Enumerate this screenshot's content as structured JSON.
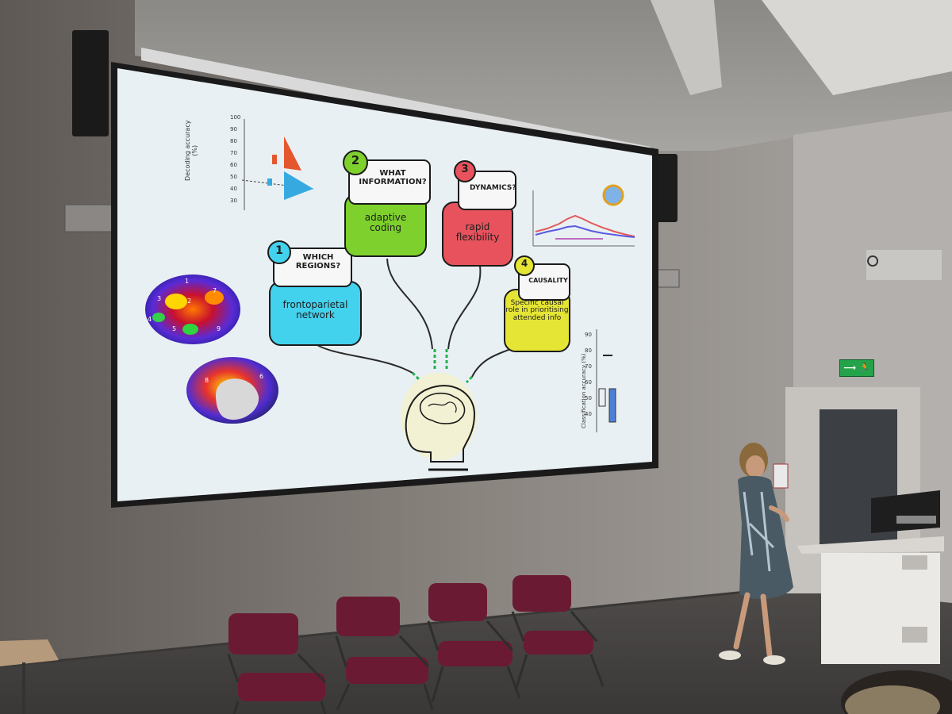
{
  "slide": {
    "q1": {
      "number": "1",
      "title": "WHICH\nREGIONS?",
      "answer": "frontoparietal\nnetwork",
      "color": "#43d2ee"
    },
    "q2": {
      "number": "2",
      "title": "WHAT\nINFORMATION?",
      "answer": "adaptive\ncoding",
      "color": "#7ed12c"
    },
    "q3": {
      "number": "3",
      "title": "DYNAMICS?",
      "answer": "rapid\nflexibility",
      "color": "#e7525c"
    },
    "q4": {
      "number": "4",
      "title": "CAUSALITY",
      "answer": "Specific causal\nrole in prioritising\nattended info",
      "color": "#e5e535"
    },
    "left_plot": {
      "ylabel": "Decoding accuracy\n(%)",
      "ticks": [
        "100",
        "90",
        "80",
        "70",
        "60",
        "50",
        "40",
        "30"
      ]
    },
    "right_plot": {
      "ylabel": "Classification accuracy (%)",
      "ticks": [
        "90",
        "80",
        "70",
        "60",
        "50",
        "40"
      ]
    },
    "brain_labels_top": [
      "1",
      "2",
      "3",
      "4",
      "5",
      "7",
      "9"
    ],
    "brain_labels_bottom": [
      "6",
      "8"
    ]
  },
  "room": {
    "exit_sign": "⟶ 🏃"
  },
  "colors": {
    "wall": "#6f6a66",
    "screen": "#e9f0f3",
    "chair": "#6b1a33"
  }
}
